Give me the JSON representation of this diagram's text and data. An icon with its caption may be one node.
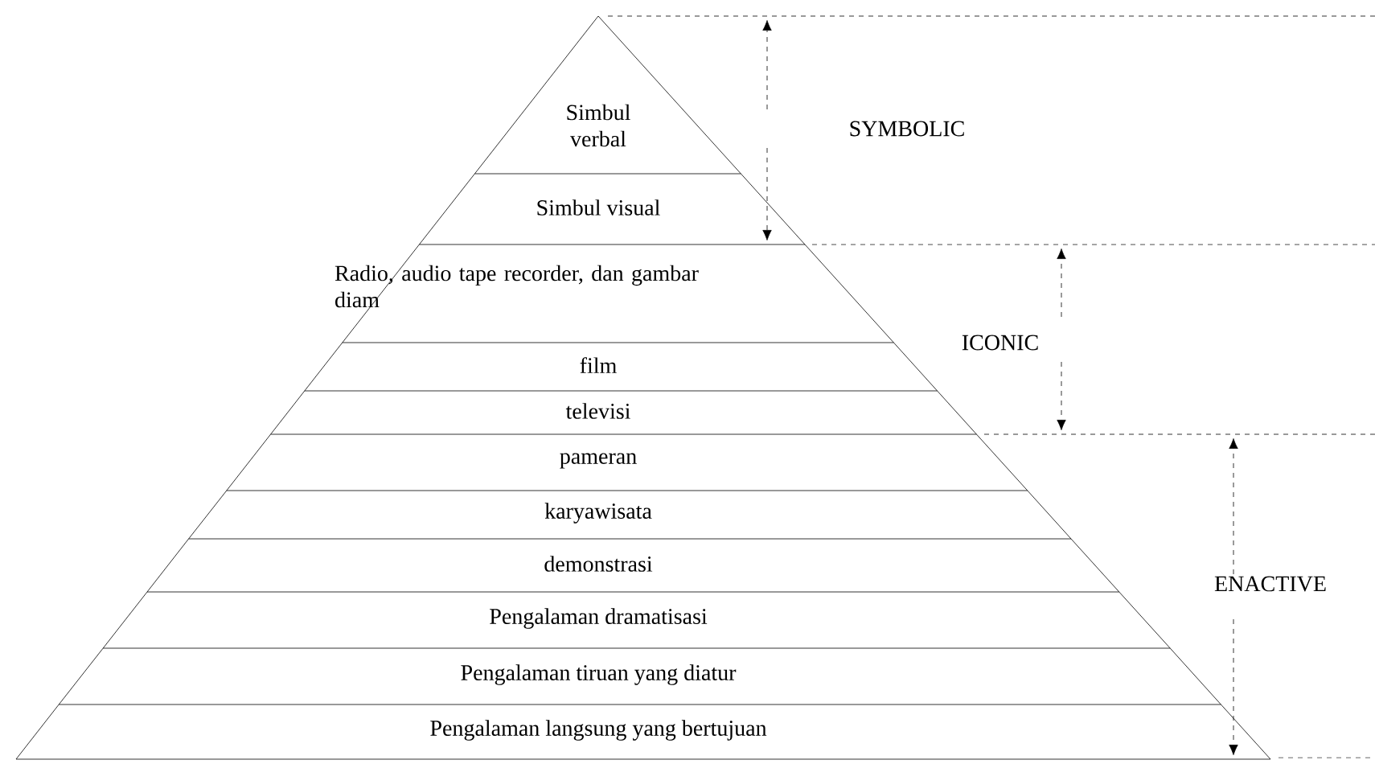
{
  "diagram": {
    "nodes": [
      {
        "text": [
          "Simbul verbal"
        ]
      },
      {
        "text": [
          "Simbul visual"
        ]
      },
      {
        "text": [
          "Radio, audio tape recorder, dan gambar diam"
        ]
      },
      {
        "text": [
          "film"
        ]
      },
      {
        "text": [
          "televisi"
        ]
      },
      {
        "text": [
          "pameran"
        ]
      },
      {
        "text": [
          "karyawisata"
        ]
      },
      {
        "text": [
          "demonstrasi"
        ]
      },
      {
        "text": [
          "Pengalaman dramatisasi"
        ]
      },
      {
        "text": [
          "Pengalaman tiruan yang diatur"
        ]
      },
      {
        "text": [
          "Pengalaman langsung yang bertujuan"
        ]
      }
    ],
    "labels": [
      "SYMBOLIC",
      "ICONIC",
      "ENACTIVE"
    ]
  }
}
